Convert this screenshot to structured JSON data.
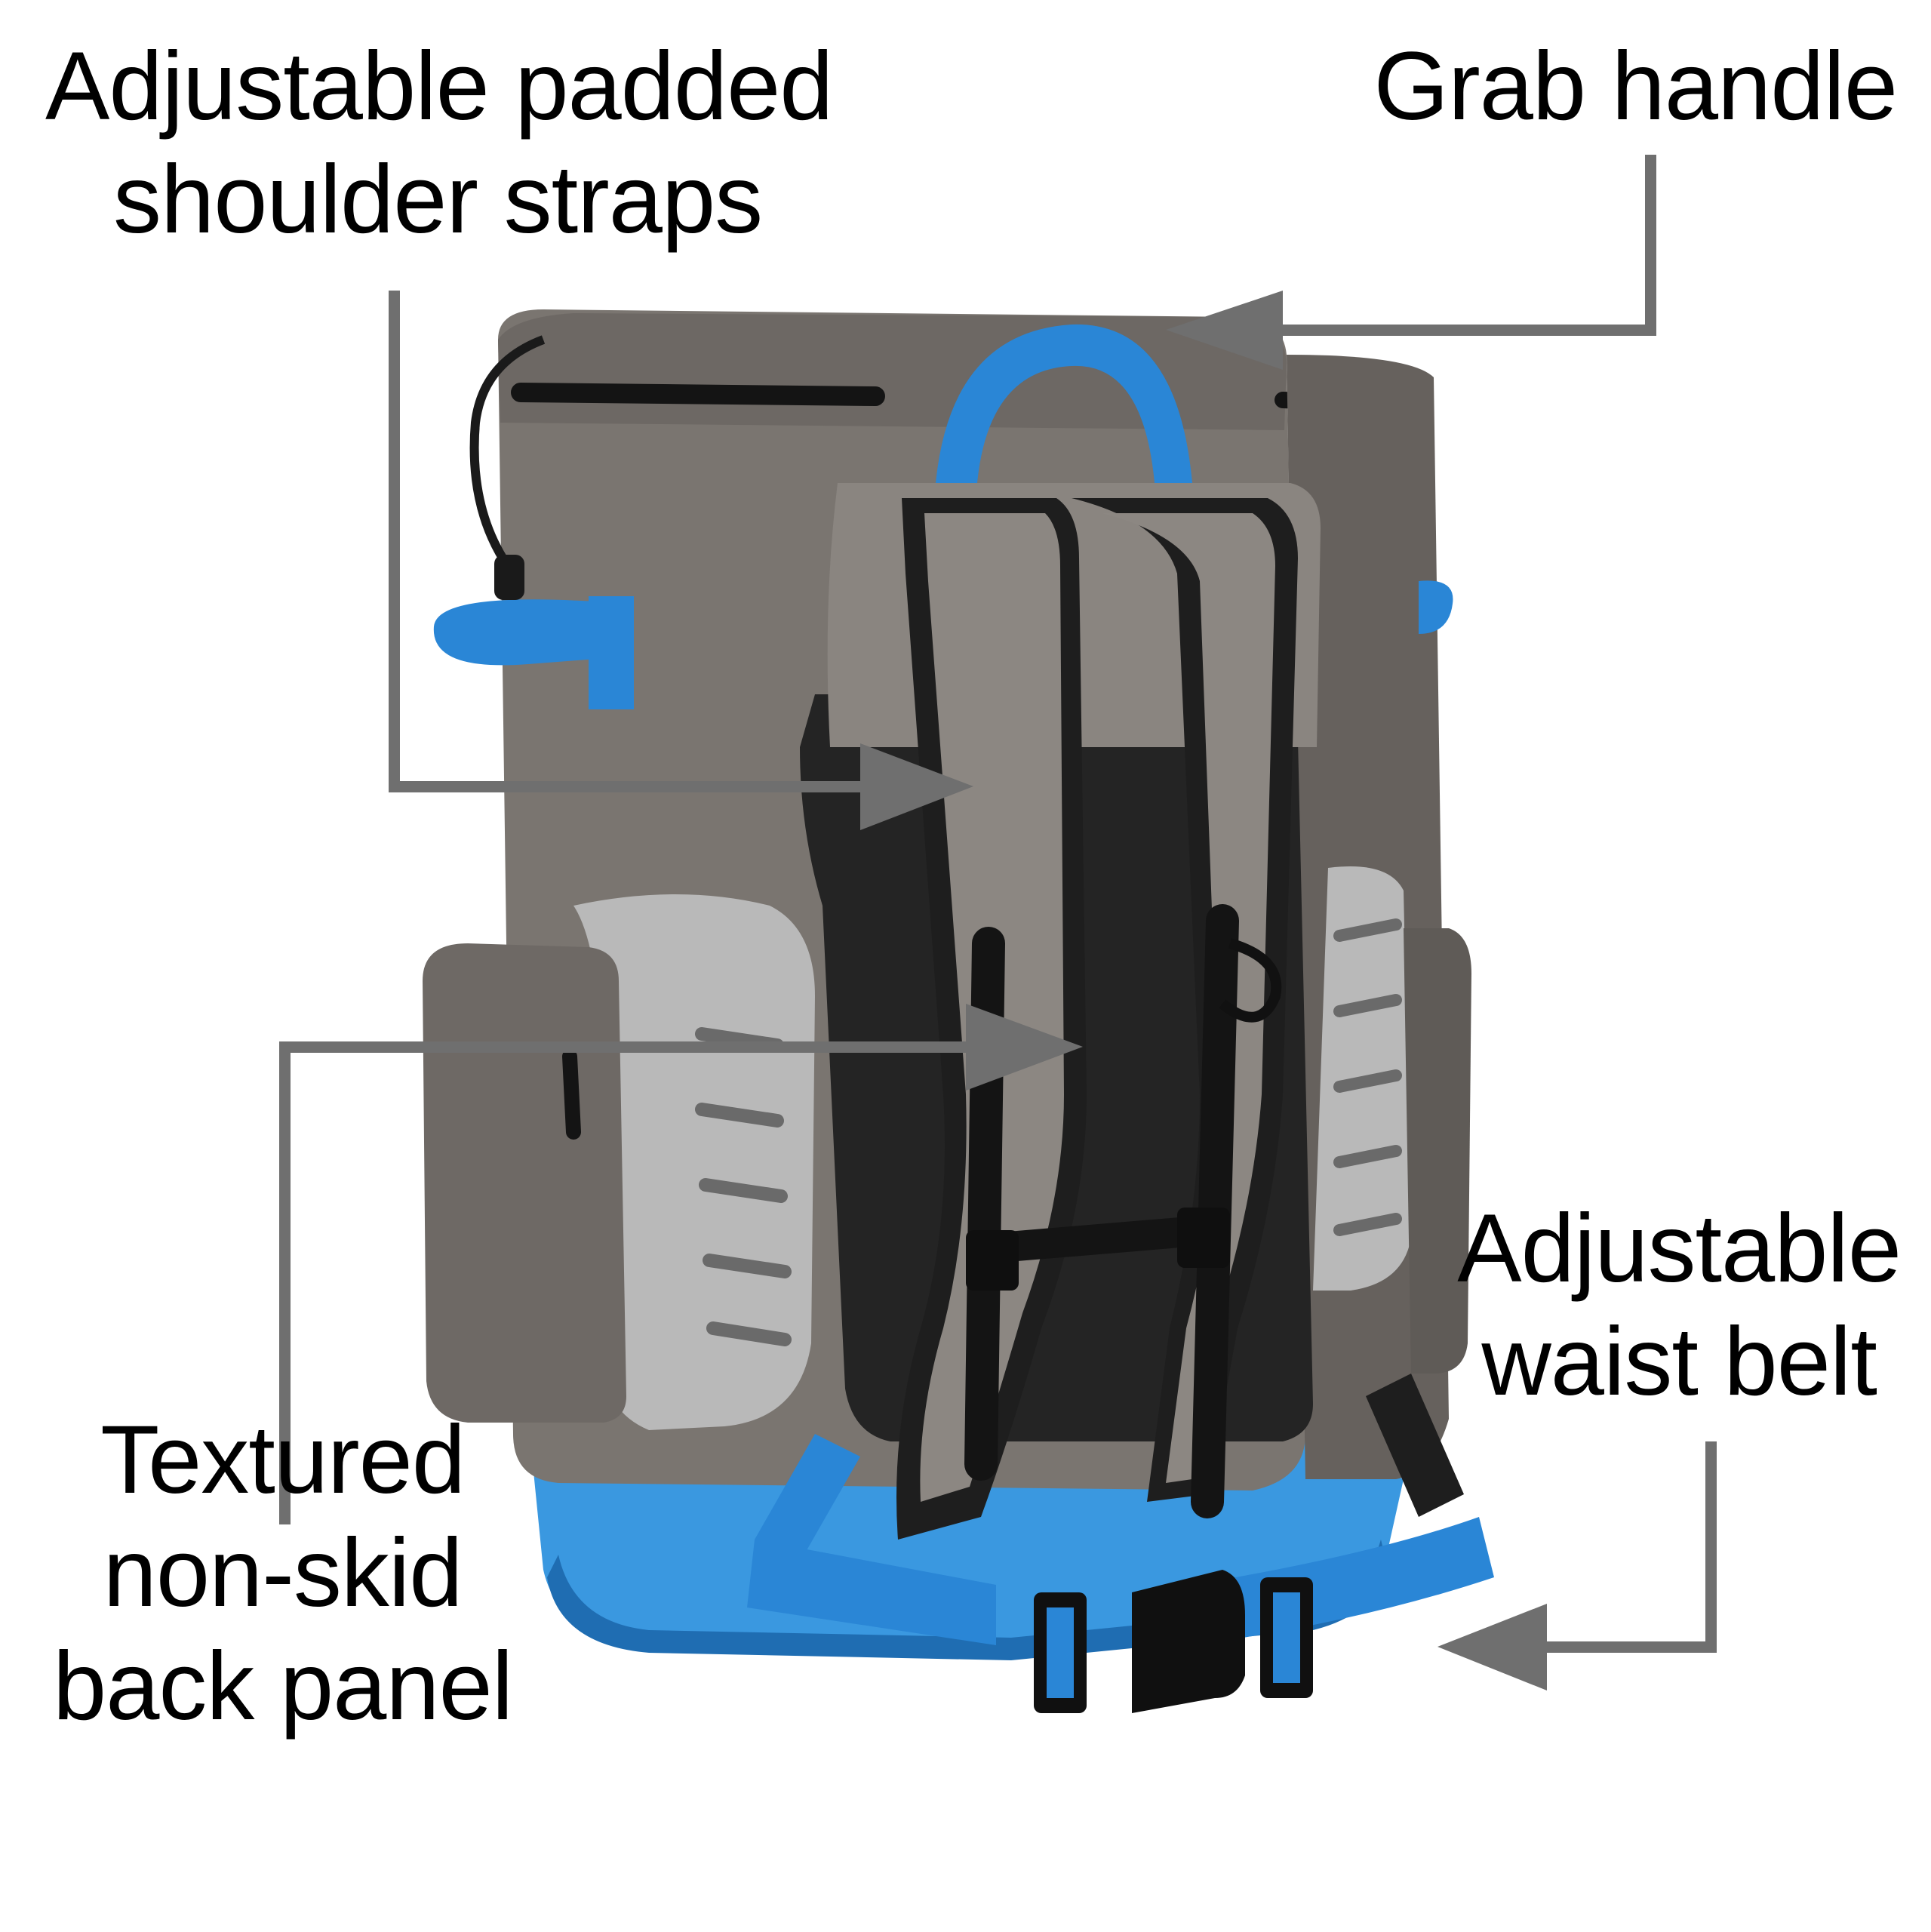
{
  "callouts": {
    "shoulder_straps": [
      "Adjustable padded",
      "shoulder straps"
    ],
    "grab_handle": [
      "Grab handle"
    ],
    "waist_belt": [
      "Adjustable",
      "waist belt"
    ],
    "back_panel": [
      "Textured",
      "non-skid",
      "back panel"
    ]
  },
  "colors": {
    "background": "#ffffff",
    "text": "#000000",
    "arrow": "#6f6f6f",
    "bag_body": "#7a7570",
    "bag_dark": "#5e5a56",
    "bag_light_panel": "#b8b8b8",
    "strap_black": "#1e1e1e",
    "accent_blue": "#2a86d6",
    "base_blue": "#3a98e0"
  }
}
